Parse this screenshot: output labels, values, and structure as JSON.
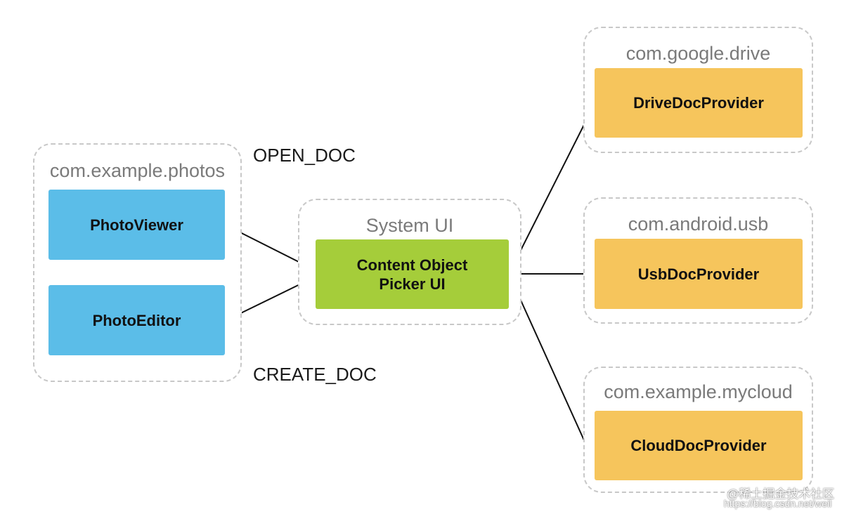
{
  "actions": {
    "open": "OPEN_DOC",
    "create": "CREATE_DOC"
  },
  "client": {
    "package": "com.example.photos",
    "components": {
      "viewer": "PhotoViewer",
      "editor": "PhotoEditor"
    }
  },
  "system": {
    "package": "System UI",
    "picker": "Content Object\nPicker UI"
  },
  "providers": {
    "drive": {
      "package": "com.google.drive",
      "component": "DriveDocProvider"
    },
    "usb": {
      "package": "com.android.usb",
      "component": "UsbDocProvider"
    },
    "cloud": {
      "package": "com.example.mycloud",
      "component": "CloudDocProvider"
    }
  },
  "watermark": {
    "brand": "@稀土掘金技术社区",
    "url": "https://blog.csdn.net/weil"
  },
  "colors": {
    "client": "#5bbde8",
    "system": "#a5cd3a",
    "provider": "#f6c55c",
    "group_border": "#c8c8c8"
  }
}
